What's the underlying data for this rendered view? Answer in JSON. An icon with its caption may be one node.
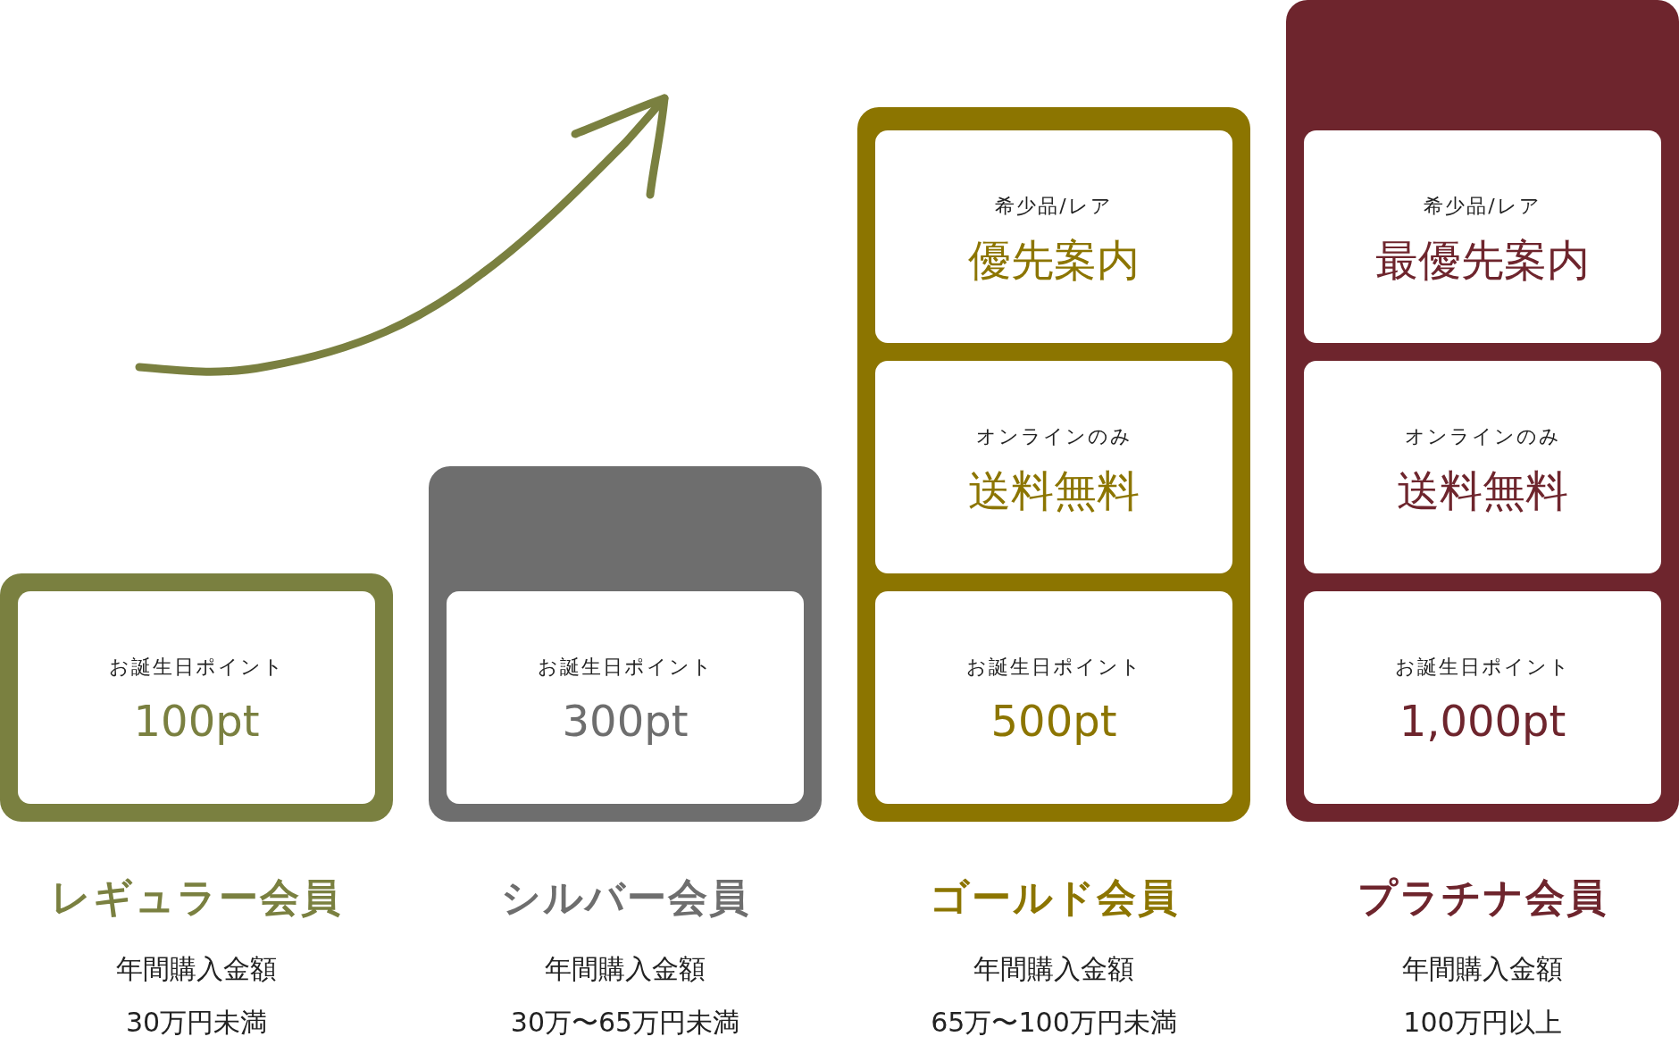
{
  "diagram": {
    "nodes": [
      {
        "text": [
          "レギュラー会員"
        ],
        "beside": [
          "年間購入金額",
          "30万円未満"
        ]
      },
      {
        "text": [
          "お誕生日ポイント",
          "100pt"
        ],
        "in": 0
      },
      {
        "text": [
          "シルバー会員"
        ],
        "beside": [
          "年間購入金額",
          "30万〜65万円未満"
        ]
      },
      {
        "text": [
          "お誕生日ポイント",
          "300pt"
        ],
        "in": 2
      },
      {
        "text": [
          "ゴールド会員"
        ],
        "beside": [
          "年間購入金額",
          "65万〜100万円未満"
        ]
      },
      {
        "text": [
          "希少品/レア",
          "優先案内"
        ],
        "in": 4
      },
      {
        "text": [
          "オンラインのみ",
          "送料無料"
        ],
        "in": 4
      },
      {
        "text": [
          "お誕生日ポイント",
          "500pt"
        ],
        "in": 4
      },
      {
        "text": [
          "プラチナ会員"
        ],
        "beside": [
          "年間購入金額",
          "100万円以上"
        ]
      },
      {
        "text": [
          "希少品/レア",
          "最優先案内"
        ],
        "in": 8
      },
      {
        "text": [
          "オンラインのみ",
          "送料無料"
        ],
        "in": 8
      },
      {
        "text": [
          "お誕生日ポイント",
          "1,000pt"
        ],
        "in": 8
      }
    ],
    "edges": []
  }
}
